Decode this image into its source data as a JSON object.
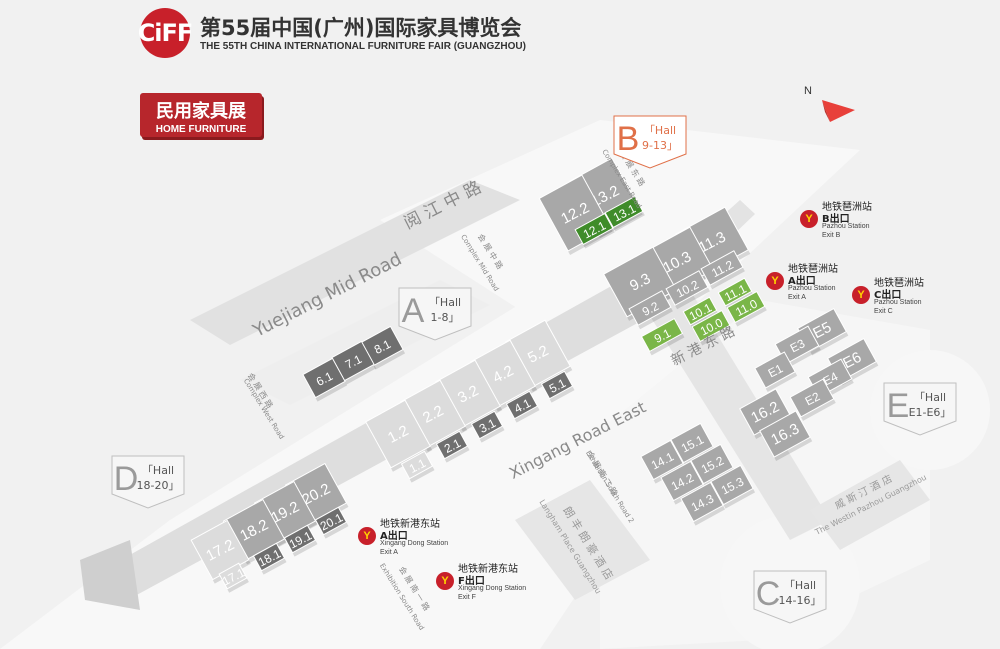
{
  "header": {
    "logo": "CiFF",
    "title_cn": "第55届中国(广州)国际家具博览会",
    "title_en": "THE 55TH CHINA INTERNATIONAL FURNITURE FAIR (GUANGZHOU)"
  },
  "badge": {
    "cn": "民用家具展",
    "en": "HOME FURNITURE"
  },
  "compass": "N",
  "areas": [
    {
      "letter": "A",
      "title": "「Hall",
      "range": "1-8」"
    },
    {
      "letter": "B",
      "title": "「Hall",
      "range": "9-13」"
    },
    {
      "letter": "C",
      "title": "「Hall",
      "range": "14-16」"
    },
    {
      "letter": "D",
      "title": "「Hall",
      "range": "18-20」"
    },
    {
      "letter": "E",
      "title": "「Hall",
      "range": "E1-E6」"
    }
  ],
  "roads": {
    "yuejiang": "Yuejiang Mid Road",
    "yuejiang_cn": "阅 江 中 路",
    "xingang": "Xingang Road East",
    "xingang_cn": "新 港 东 路",
    "complex_west": "Complex West Road",
    "complex_west_cn": "会 展 西 路",
    "complex_mid": "Complex Mid Road",
    "complex_mid_cn": "会 展 中 路",
    "complex_east": "Complex East Road",
    "complex_east_cn": "会 展 东 路",
    "south_road": "Exhibition South Road",
    "south_road_cn": "会 展 南 一 路",
    "south_road2": "Exhibition South Road 2",
    "south_road2_cn": "会 展 南 二 路"
  },
  "hotels": [
    {
      "cn": "朗 丰 朗 豪 酒 店",
      "en": "Langham Place Guangzhou"
    },
    {
      "cn": "威 斯 汀 酒 店",
      "en": "The Westin Pazhou Guangzhou"
    }
  ],
  "halls": [
    {
      "label": "13.2",
      "color": "gray"
    },
    {
      "label": "12.2",
      "color": "gray"
    },
    {
      "label": "13.1",
      "color": "dgreen"
    },
    {
      "label": "12.1",
      "color": "dgreen"
    },
    {
      "label": "11.3",
      "color": "gray"
    },
    {
      "label": "10.3",
      "color": "gray"
    },
    {
      "label": "9.3",
      "color": "gray"
    },
    {
      "label": "11.2",
      "color": "gray"
    },
    {
      "label": "10.2",
      "color": "gray"
    },
    {
      "label": "9.2",
      "color": "gray"
    },
    {
      "label": "11.1",
      "color": "lgreen"
    },
    {
      "label": "10.1",
      "color": "lgreen"
    },
    {
      "label": "11.0",
      "color": "lgreen"
    },
    {
      "label": "10.0",
      "color": "lgreen"
    },
    {
      "label": "9.1",
      "color": "lgreen"
    },
    {
      "label": "8.1",
      "color": "dgray"
    },
    {
      "label": "7.1",
      "color": "dgray"
    },
    {
      "label": "6.1",
      "color": "dgray"
    },
    {
      "label": "5.2",
      "color": "lgray"
    },
    {
      "label": "4.2",
      "color": "lgray"
    },
    {
      "label": "3.2",
      "color": "lgray"
    },
    {
      "label": "2.2",
      "color": "lgray"
    },
    {
      "label": "1.2",
      "color": "lgray"
    },
    {
      "label": "5.1",
      "color": "dgray"
    },
    {
      "label": "4.1",
      "color": "dgray"
    },
    {
      "label": "3.1",
      "color": "dgray"
    },
    {
      "label": "2.1",
      "color": "dgray"
    },
    {
      "label": "1.1",
      "color": "lgray"
    },
    {
      "label": "20.2",
      "color": "gray"
    },
    {
      "label": "19.2",
      "color": "gray"
    },
    {
      "label": "18.2",
      "color": "gray"
    },
    {
      "label": "17.2",
      "color": "lgray"
    },
    {
      "label": "20.1",
      "color": "dgray"
    },
    {
      "label": "19.1",
      "color": "dgray"
    },
    {
      "label": "18.1",
      "color": "dgray"
    },
    {
      "label": "17.1",
      "color": "lgray"
    },
    {
      "label": "15.1",
      "color": "gray"
    },
    {
      "label": "14.1",
      "color": "gray"
    },
    {
      "label": "15.2",
      "color": "gray"
    },
    {
      "label": "14.2",
      "color": "gray"
    },
    {
      "label": "15.3",
      "color": "gray"
    },
    {
      "label": "14.3",
      "color": "gray"
    },
    {
      "label": "16.2",
      "color": "gray"
    },
    {
      "label": "16.3",
      "color": "gray"
    },
    {
      "label": "E5",
      "color": "gray"
    },
    {
      "label": "E3",
      "color": "gray"
    },
    {
      "label": "E6",
      "color": "gray"
    },
    {
      "label": "E1",
      "color": "gray"
    },
    {
      "label": "E4",
      "color": "gray"
    },
    {
      "label": "E2",
      "color": "gray"
    }
  ],
  "stations": [
    {
      "cn": "地铁琶洲站",
      "exit": "B出口",
      "en": "Pazhou Station",
      "exit_en": "Exit B"
    },
    {
      "cn": "地铁琶洲站",
      "exit": "A出口",
      "en": "Pazhou Station",
      "exit_en": "Exit A"
    },
    {
      "cn": "地铁琶洲站",
      "exit": "C出口",
      "en": "Pazhou Station",
      "exit_en": "Exit C"
    },
    {
      "cn": "地铁新港东站",
      "exit": "A出口",
      "en": "Xingang Dong Station",
      "exit_en": "Exit A"
    },
    {
      "cn": "地铁新港东站",
      "exit": "F出口",
      "en": "Xingang Dong Station",
      "exit_en": "Exit F"
    }
  ],
  "colors": {
    "lgray": "#dcdcdc",
    "gray": "#a8a8a8",
    "dgray": "#6f6f6f",
    "lgreen": "#7ab648",
    "dgreen": "#3f8c2a",
    "red": "#c8202a",
    "road": "#e4e4e4",
    "ground": "#f7f7f7"
  }
}
